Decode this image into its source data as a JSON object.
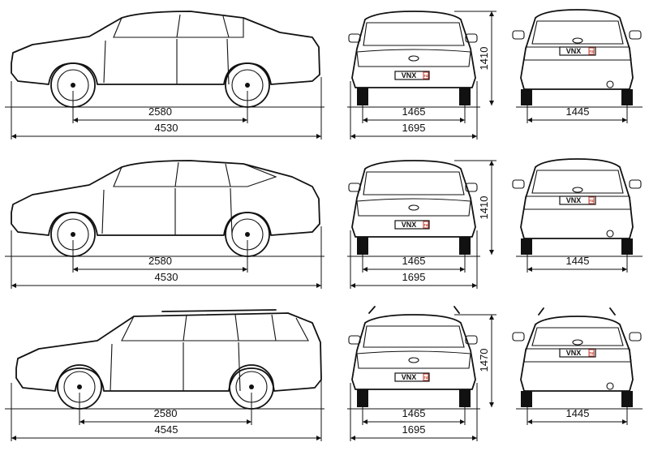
{
  "rows": [
    {
      "body": "sedan",
      "wheelbase": "2580",
      "length": "4530",
      "height": "1410",
      "front_track": "1465",
      "width": "1695",
      "rear_track": "1445",
      "plate_front": "VNX",
      "plate_rear": "VNX"
    },
    {
      "body": "hatchback",
      "wheelbase": "2580",
      "length": "4530",
      "height": "1410",
      "front_track": "1465",
      "width": "1695",
      "rear_track": "1445",
      "plate_front": "VNX",
      "plate_rear": "VNX"
    },
    {
      "body": "wagon",
      "wheelbase": "2580",
      "length": "4545",
      "height": "1470",
      "front_track": "1465",
      "width": "1695",
      "rear_track": "1445",
      "plate_front": "VNX",
      "plate_rear": "VNX"
    }
  ],
  "badge_text": "ru"
}
